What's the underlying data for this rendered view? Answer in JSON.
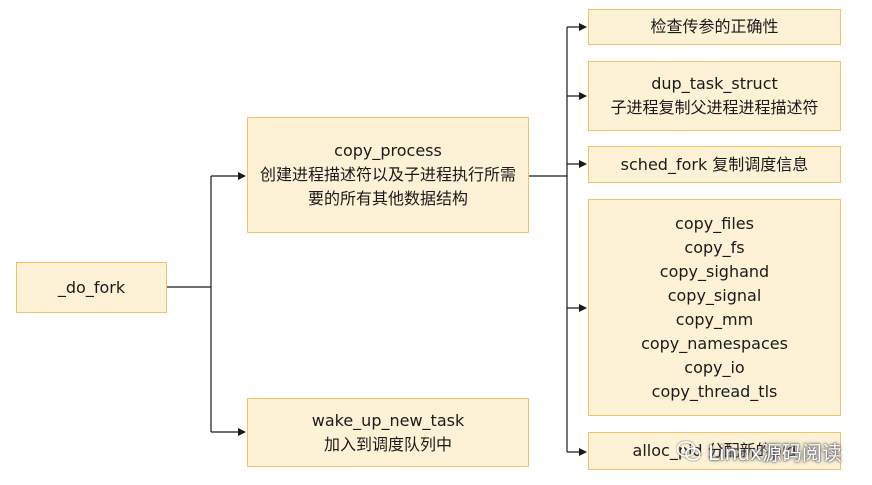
{
  "nodes": {
    "do_fork": {
      "line1": "_do_fork"
    },
    "copy_process": {
      "line1": "copy_process",
      "line2": "创建进程描述符以及子进程执行所需",
      "line3": "要的所有其他数据结构"
    },
    "wake_up_new_task": {
      "line1": "wake_up_new_task",
      "line2": "加入到调度队列中"
    },
    "check_params": {
      "line1": "检查传参的正确性"
    },
    "dup_task_struct": {
      "line1": "dup_task_struct",
      "line2": "子进程复制父进程进程描述符"
    },
    "sched_fork": {
      "line1": "sched_fork 复制调度信息"
    },
    "copy_group": {
      "items": [
        "copy_files",
        "copy_fs",
        "copy_sighand",
        "copy_signal",
        "copy_mm",
        "copy_namespaces",
        "copy_io",
        "copy_thread_tls"
      ]
    },
    "alloc_pid": {
      "line1": "alloc_pid 分配新的pid"
    }
  },
  "watermark": {
    "text": "Linux源码阅读",
    "icon": "wechat-icon"
  },
  "colors": {
    "box_fill": "#fdf1d6",
    "box_border": "#f2c26b",
    "line": "#1a1a1a"
  }
}
